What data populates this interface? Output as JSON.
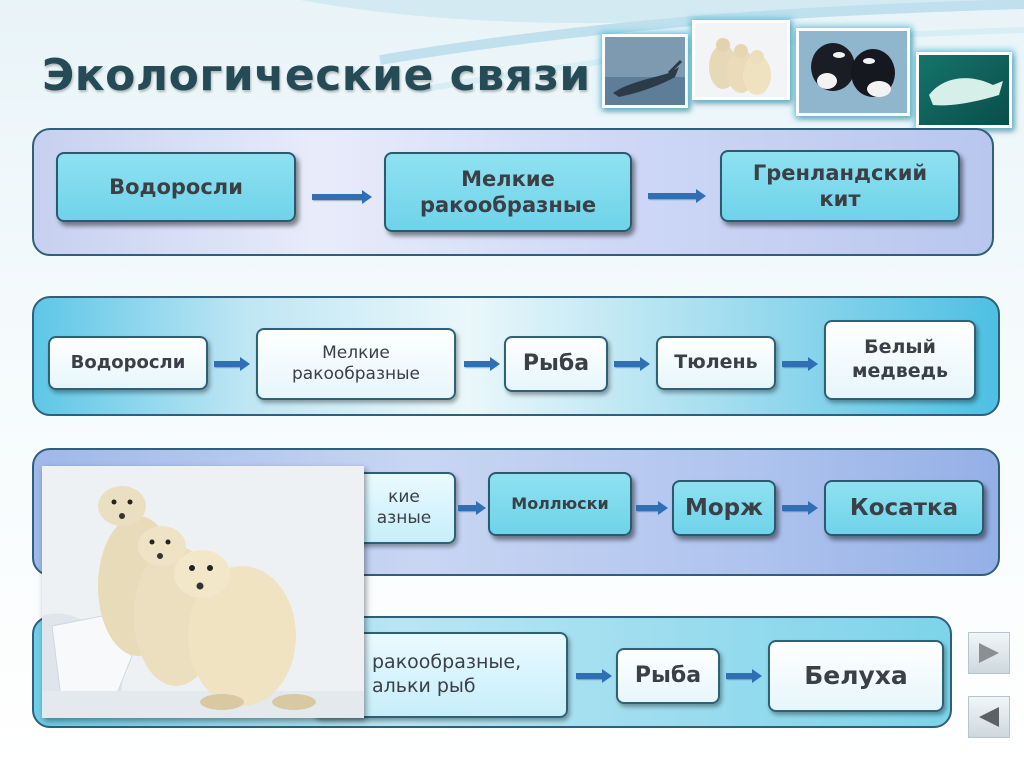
{
  "title": "Экологические связи",
  "photos": [
    "whale-photo",
    "polar-bears-photo",
    "orcas-photo",
    "beluga-photo"
  ],
  "chain1": [
    "Водоросли",
    "Мелкие ракообразные",
    "Гренландский кит"
  ],
  "chain2": [
    "Водоросли",
    "Мелкие ракообразные",
    "Рыба",
    "Тюлень",
    "Белый медведь"
  ],
  "chain3": [
    "кие",
    "азные",
    "Моллюски",
    "Морж",
    "Косатка"
  ],
  "chain4": [
    "ракообразные,",
    "альки рыб",
    "Рыба",
    "Белуха"
  ],
  "nav": {
    "next_icon": "triangle-right-icon",
    "prev_icon": "triangle-left-icon"
  },
  "colors": {
    "title": "#244b56",
    "arrow": "#2f6fb6",
    "box_cyan": "#8fe1f0",
    "panel_border": "#2f5f7a"
  }
}
